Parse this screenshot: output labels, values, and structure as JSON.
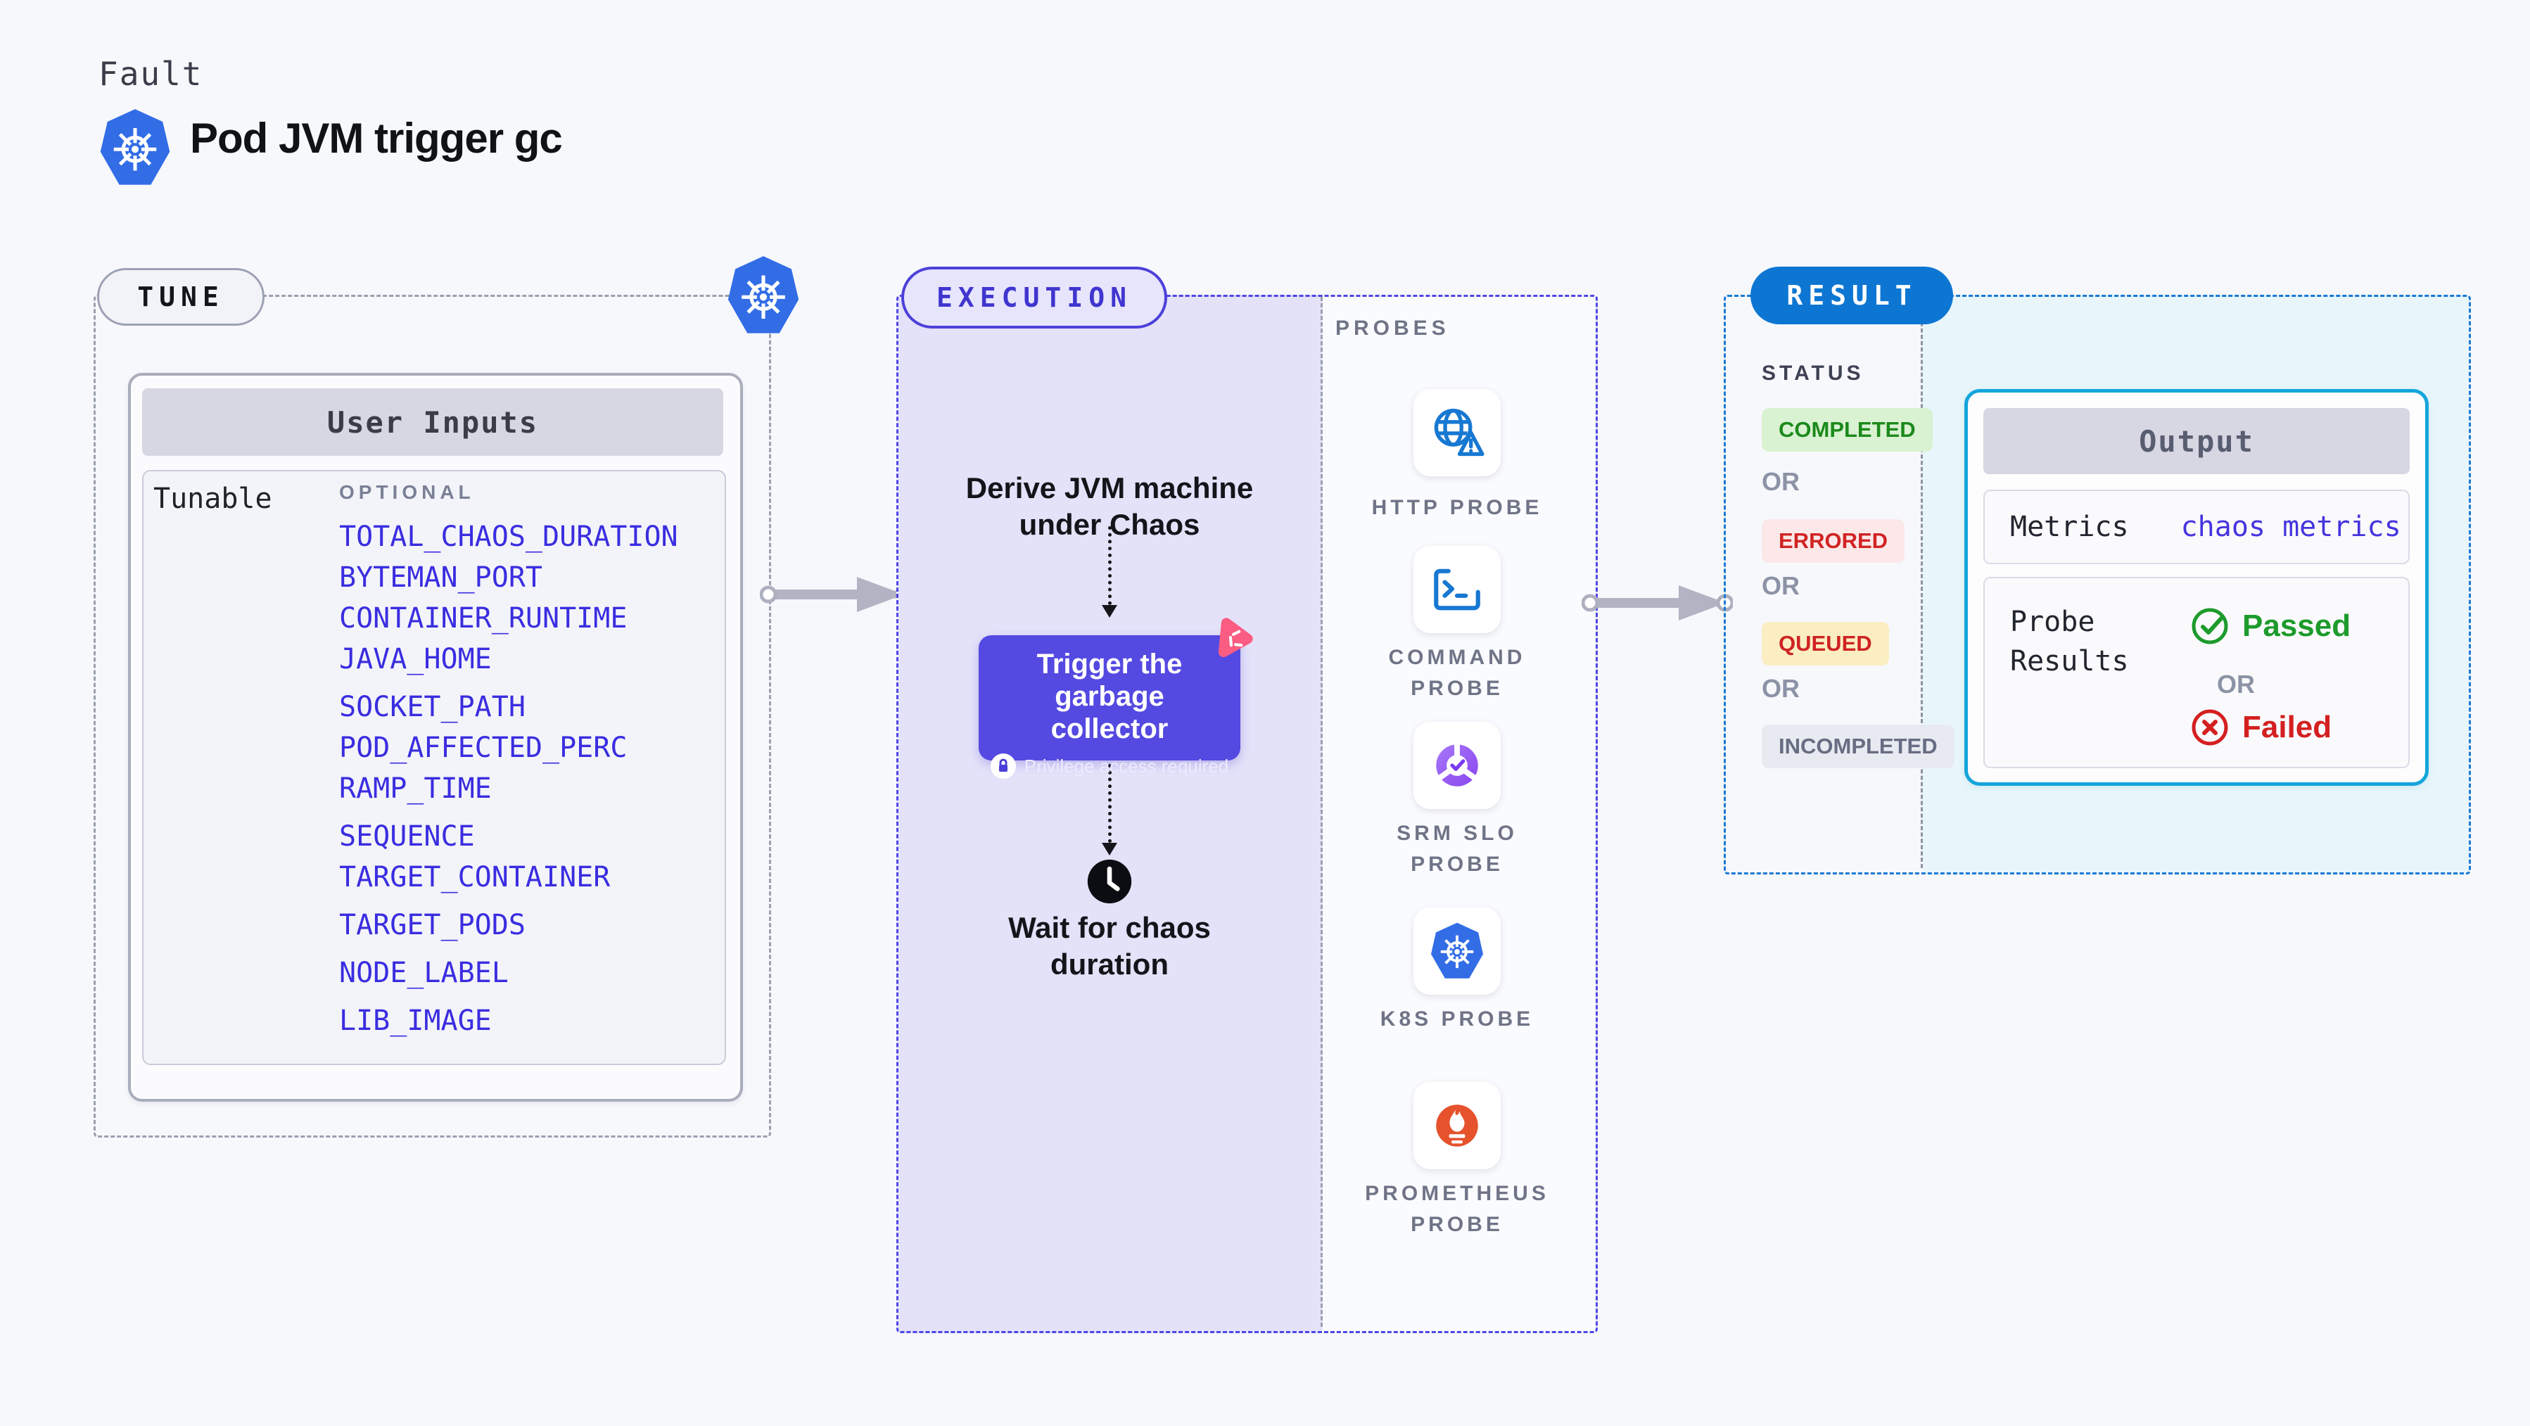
{
  "header": {
    "eyebrow": "Fault",
    "title": "Pod JVM trigger gc"
  },
  "tune": {
    "badge": "TUNE",
    "card_title": "User Inputs",
    "row_label": "Tunable",
    "column_label": "OPTIONAL",
    "inputs": [
      "TOTAL_CHAOS_DURATION",
      "BYTEMAN_PORT",
      "CONTAINER_RUNTIME",
      "JAVA_HOME",
      "SOCKET_PATH",
      "POD_AFFECTED_PERC",
      "RAMP_TIME",
      "SEQUENCE",
      "TARGET_CONTAINER",
      "TARGET_PODS",
      "NODE_LABEL",
      "LIB_IMAGE"
    ]
  },
  "execution": {
    "badge": "EXECUTION",
    "derive_line1": "Derive JVM machine",
    "derive_line2": "under Chaos",
    "trigger_line1": "Trigger the garbage",
    "trigger_line2": "collector",
    "privilege_note": "Privilege access required",
    "wait_line1": "Wait for chaos",
    "wait_line2": "duration"
  },
  "probes": {
    "title": "PROBES",
    "items": [
      {
        "icon": "globe-alert-icon",
        "label1": "HTTP PROBE",
        "label2": ""
      },
      {
        "icon": "terminal-icon",
        "label1": "COMMAND",
        "label2": "PROBE"
      },
      {
        "icon": "slo-donut-icon",
        "label1": "SRM SLO",
        "label2": "PROBE"
      },
      {
        "icon": "kubernetes-icon",
        "label1": "K8S PROBE",
        "label2": ""
      },
      {
        "icon": "prometheus-flame-icon",
        "label1": "PROMETHEUS",
        "label2": "PROBE"
      }
    ]
  },
  "result": {
    "badge": "RESULT",
    "status_title": "STATUS",
    "or": "OR",
    "statuses": [
      {
        "label": "COMPLETED",
        "bg": "#d9f2d2",
        "fg": "#1c8a1c"
      },
      {
        "label": "ERRORED",
        "bg": "#fce8e8",
        "fg": "#d12424"
      },
      {
        "label": "QUEUED",
        "bg": "#faeec2",
        "fg": "#cf2323"
      },
      {
        "label": "INCOMPLETED",
        "bg": "#e8eaf1",
        "fg": "#676d82"
      }
    ],
    "output": {
      "title": "Output",
      "metrics_label": "Metrics",
      "metrics_value": "chaos metrics",
      "probe_results_line1": "Probe",
      "probe_results_line2": "Results",
      "passed": "Passed",
      "or": "OR",
      "failed": "Failed"
    }
  },
  "colors": {
    "page_bg": "#f7f8fc",
    "accent_indigo": "#4f46e5",
    "execution_bg": "#e4e2f9",
    "trigger_button": "#5449e1",
    "link_blue": "#3a2de0",
    "result_blue": "#0d76d2",
    "output_border": "#14a5db",
    "result_panel_bg": "#e8f6fb",
    "passed_green": "#1d9b2c",
    "failed_red": "#d42020",
    "kubernetes_blue": "#326de6",
    "probe_icon_blue": "#1778d2",
    "prometheus_orange": "#e6522c",
    "chaos_pink": "#fb5c82"
  }
}
